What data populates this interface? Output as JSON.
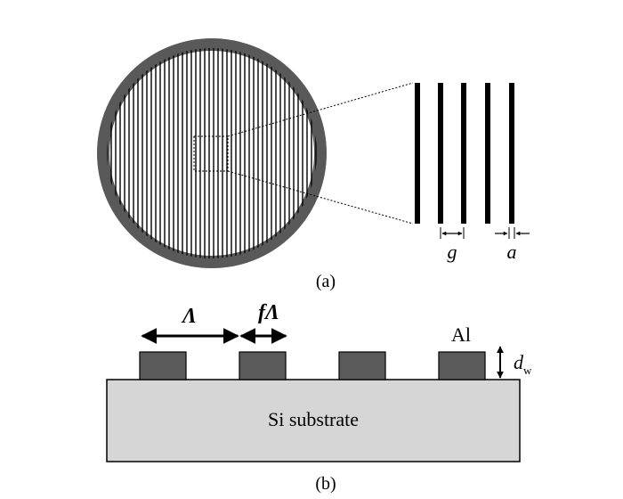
{
  "panel_a": {
    "caption": "(a)",
    "gap_label": "g",
    "width_label": "a",
    "ring_color": "#595959",
    "line_color": "#000000"
  },
  "panel_b": {
    "caption": "(b)",
    "period_label": "Λ",
    "fill_label": "fΛ",
    "metal_label": "Al",
    "thickness_label": "d",
    "thickness_subscript": "w",
    "substrate_label": "Si substrate",
    "wire_color": "#5a5a5a",
    "substrate_color": "#d6d6d6"
  }
}
